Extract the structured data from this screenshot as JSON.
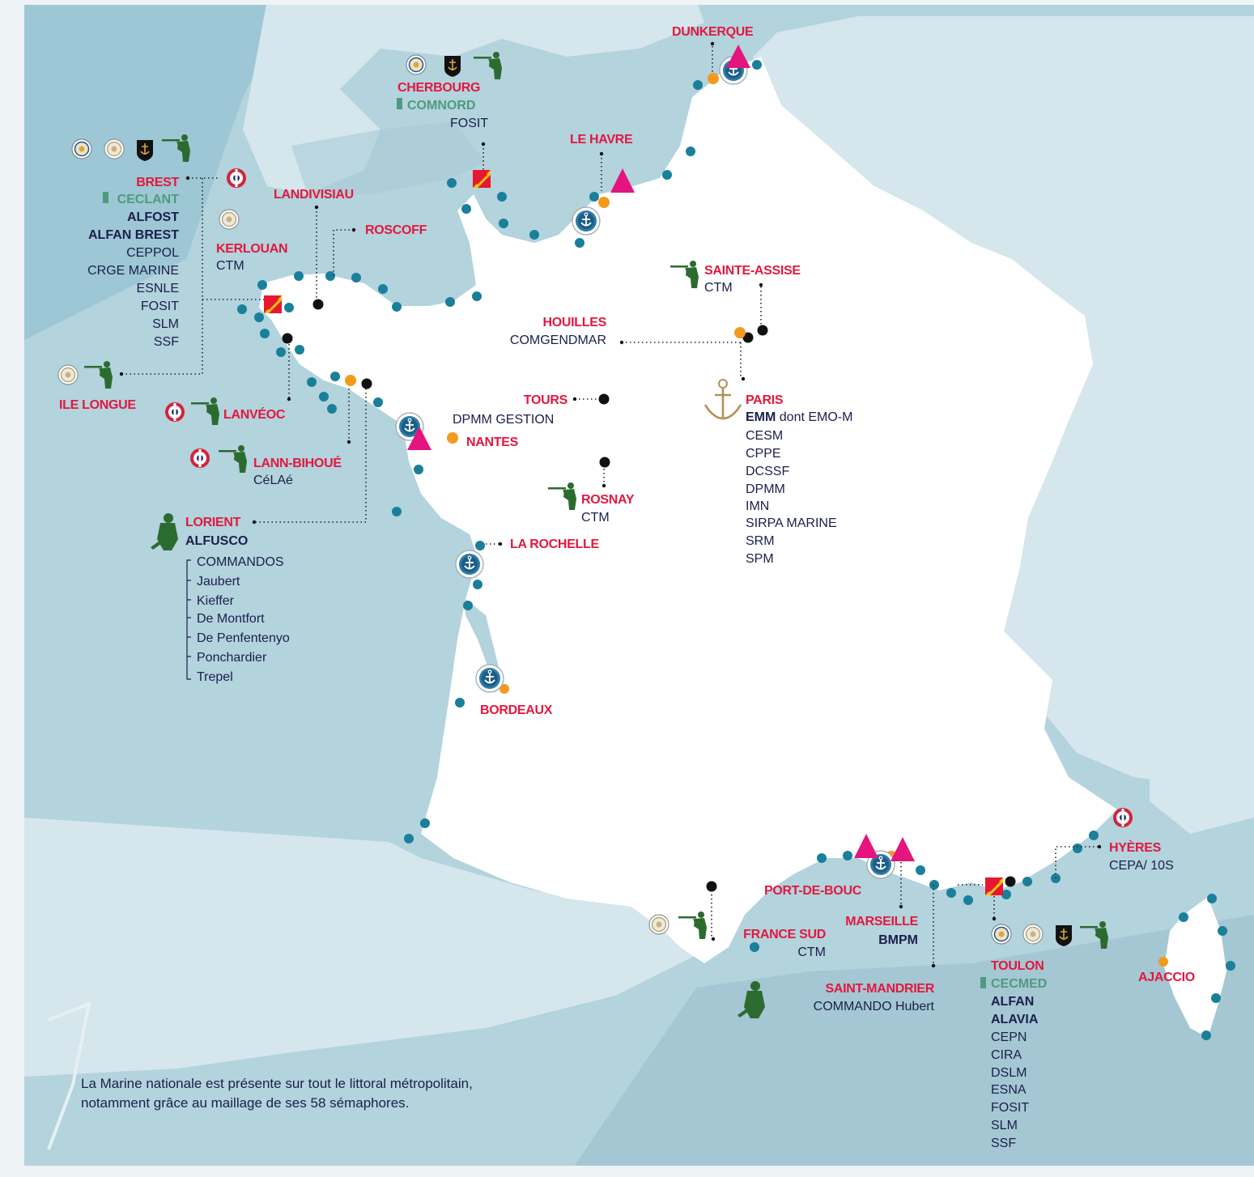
{
  "legend_caption": {
    "line1": "La Marine nationale est présente sur tout le littoral métropolitain,",
    "line2": "notamment grâce au maillage de ses 58 sémaphores."
  },
  "colors": {
    "sea": "#b3d3dd",
    "deep_sea": "#84b8c8",
    "land_foreign": "#d5e6ec",
    "france": "#ffffff",
    "city_label": "#e3173e",
    "commandment": "#4f9a7e",
    "semaphore": "#1a7f9a",
    "tri": "#e4157e",
    "orange": "#f39a1e",
    "navy": "#1b1f4b",
    "commando_green": "#2c6b2f"
  },
  "labels": {
    "dunkerque": "DUNKERQUE",
    "cherbourg": "CHERBOURG",
    "comnord": "COMNORD",
    "cherbourg_fosit": "FOSIT",
    "le_havre": "LE HAVRE",
    "brest": "BREST",
    "ceclant": "CECLANT",
    "alfost": "ALFOST",
    "alfan_brest": "ALFAN BREST",
    "brest_units": [
      "CEPPOL",
      "CRGE MARINE",
      "ESNLE",
      "FOSIT",
      "SLM",
      "SSF"
    ],
    "landivisiau": "LANDIVISIAU",
    "roscoff": "ROSCOFF",
    "kerlouan": "KERLOUAN",
    "kerlouan_ctm": "CTM",
    "sainte_assise": "SAINTE-ASSISE",
    "sainte_assise_ctm": "CTM",
    "houilles": "HOUILLES",
    "comgendmar": "COMGENDMAR",
    "paris": "PARIS",
    "emm": "EMM",
    "emm_suffix": " dont EMO-M",
    "paris_units": [
      "CESM",
      "CPPE",
      "DCSSF",
      "DPMM",
      "IMN",
      "SIRPA MARINE",
      "SRM",
      "SPM"
    ],
    "ile_longue": "ILE LONGUE",
    "lanveoc": "LANVÉOC",
    "tours": "TOURS",
    "dpmm_gestion": "DPMM GESTION",
    "nantes": "NANTES",
    "lann_bihoue": "LANN-BIHOUÉ",
    "celae": "CéLAé",
    "rosnay": "ROSNAY",
    "rosnay_ctm": "CTM",
    "lorient": "LORIENT",
    "alfusco": "ALFUSCO",
    "commandos": [
      "COMMANDOS",
      "Jaubert",
      "Kieffer",
      "De Montfort",
      "De Penfentenyo",
      "Ponchardier",
      "Trepel"
    ],
    "la_rochelle": "LA ROCHELLE",
    "bordeaux": "BORDEAUX",
    "hyeres": "HYÈRES",
    "cepa": "CEPA/ 10S",
    "port_de_bouc": "PORT-DE-BOUC",
    "marseille": "MARSEILLE",
    "bmpm": "BMPM",
    "france_sud": "FRANCE SUD",
    "france_sud_ctm": "CTM",
    "saint_mandrier": "SAINT-MANDRIER",
    "commando_hubert": "COMMANDO Hubert",
    "toulon": "TOULON",
    "cecmed": "CECMED",
    "alfan": "ALFAN",
    "alavia": "ALAVIA",
    "toulon_units": [
      "CEPN",
      "CIRA",
      "DSLM",
      "ESNA",
      "FOSIT",
      "SLM",
      "SSF"
    ],
    "ajaccio": "AJACCIO"
  }
}
